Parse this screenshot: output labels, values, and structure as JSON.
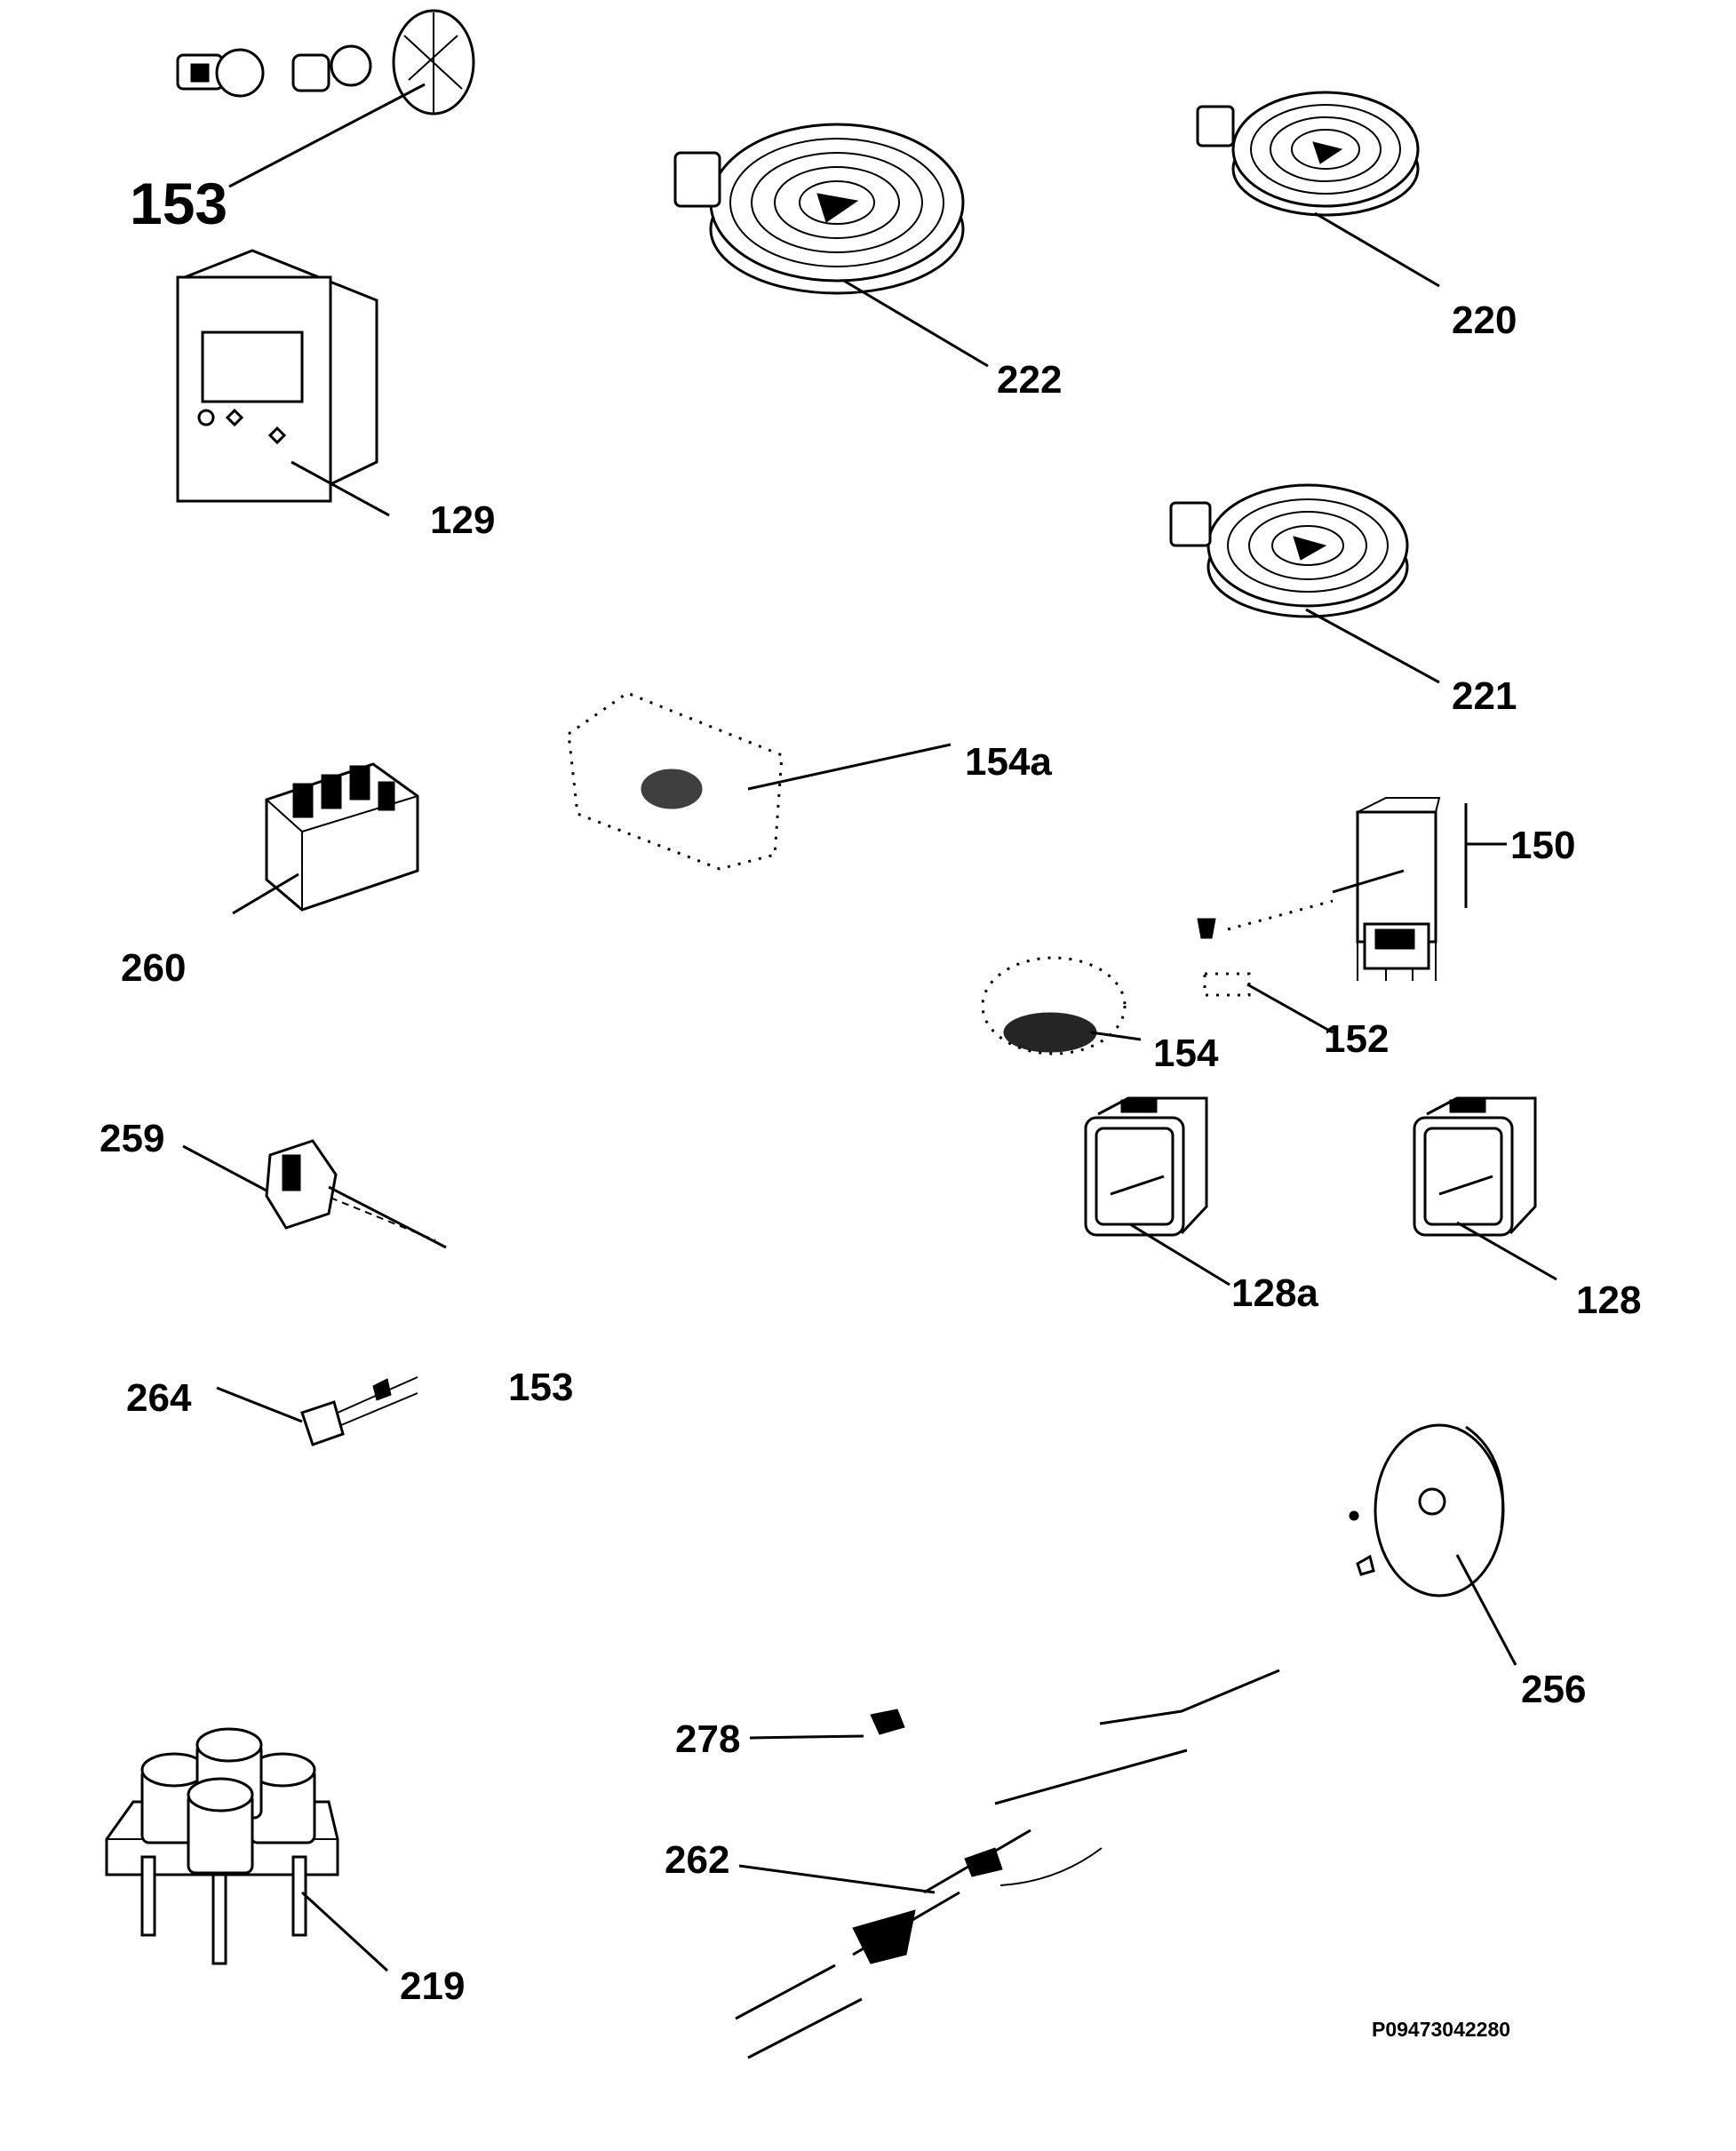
{
  "callouts": {
    "c153_top": "153",
    "c222": "222",
    "c220": "220",
    "c129": "129",
    "c221": "221",
    "c154a": "154a",
    "c150": "150",
    "c260": "260",
    "c152": "152",
    "c154": "154",
    "c259": "259",
    "c128a": "128a",
    "c128": "128",
    "c264": "264",
    "c153_mid": "153",
    "c256": "256",
    "c278": "278",
    "c262": "262",
    "c219": "219"
  },
  "drawing_code": "P09473042280"
}
